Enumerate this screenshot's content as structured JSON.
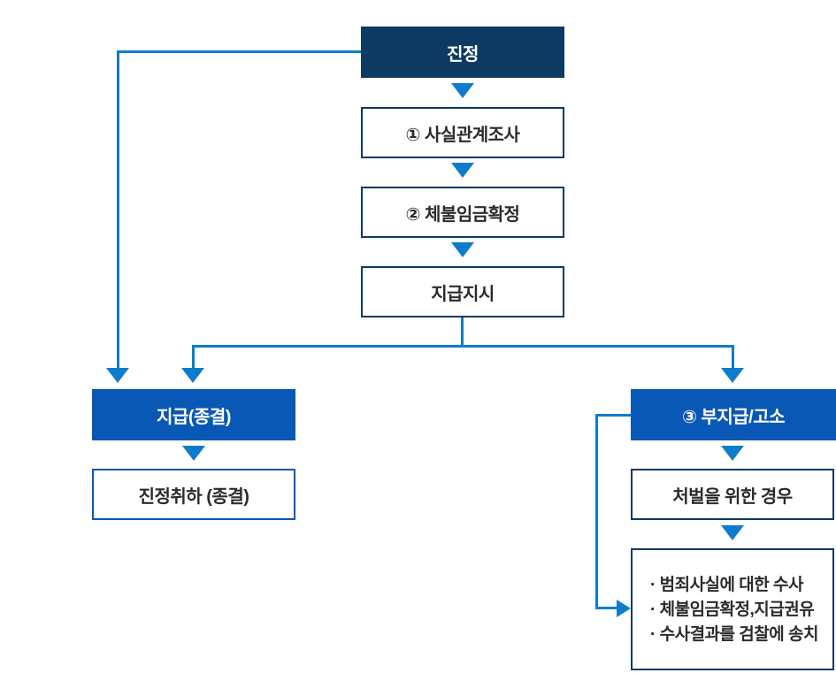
{
  "colors": {
    "navy": "#0c3a62",
    "blue": "#0a58b5",
    "line": "#0e7ccd",
    "text_dark": "#2b2b2b"
  },
  "flowchart": {
    "start": {
      "label": "진정"
    },
    "steps": [
      {
        "label": "① 사실관계조사"
      },
      {
        "label": "② 체불임금확정"
      },
      {
        "label": "지급지시"
      }
    ],
    "left_branch": {
      "header": "지급(종결)",
      "result": "진정취하 (종결)"
    },
    "right_branch": {
      "header": "③ 부지급/고소",
      "condition": "처벌을 위한 경우",
      "details": [
        "· 범죄사실에 대한 수사",
        "· 체불임금확정,지급권유",
        "· 수사결과를 검찰에 송치"
      ]
    }
  }
}
